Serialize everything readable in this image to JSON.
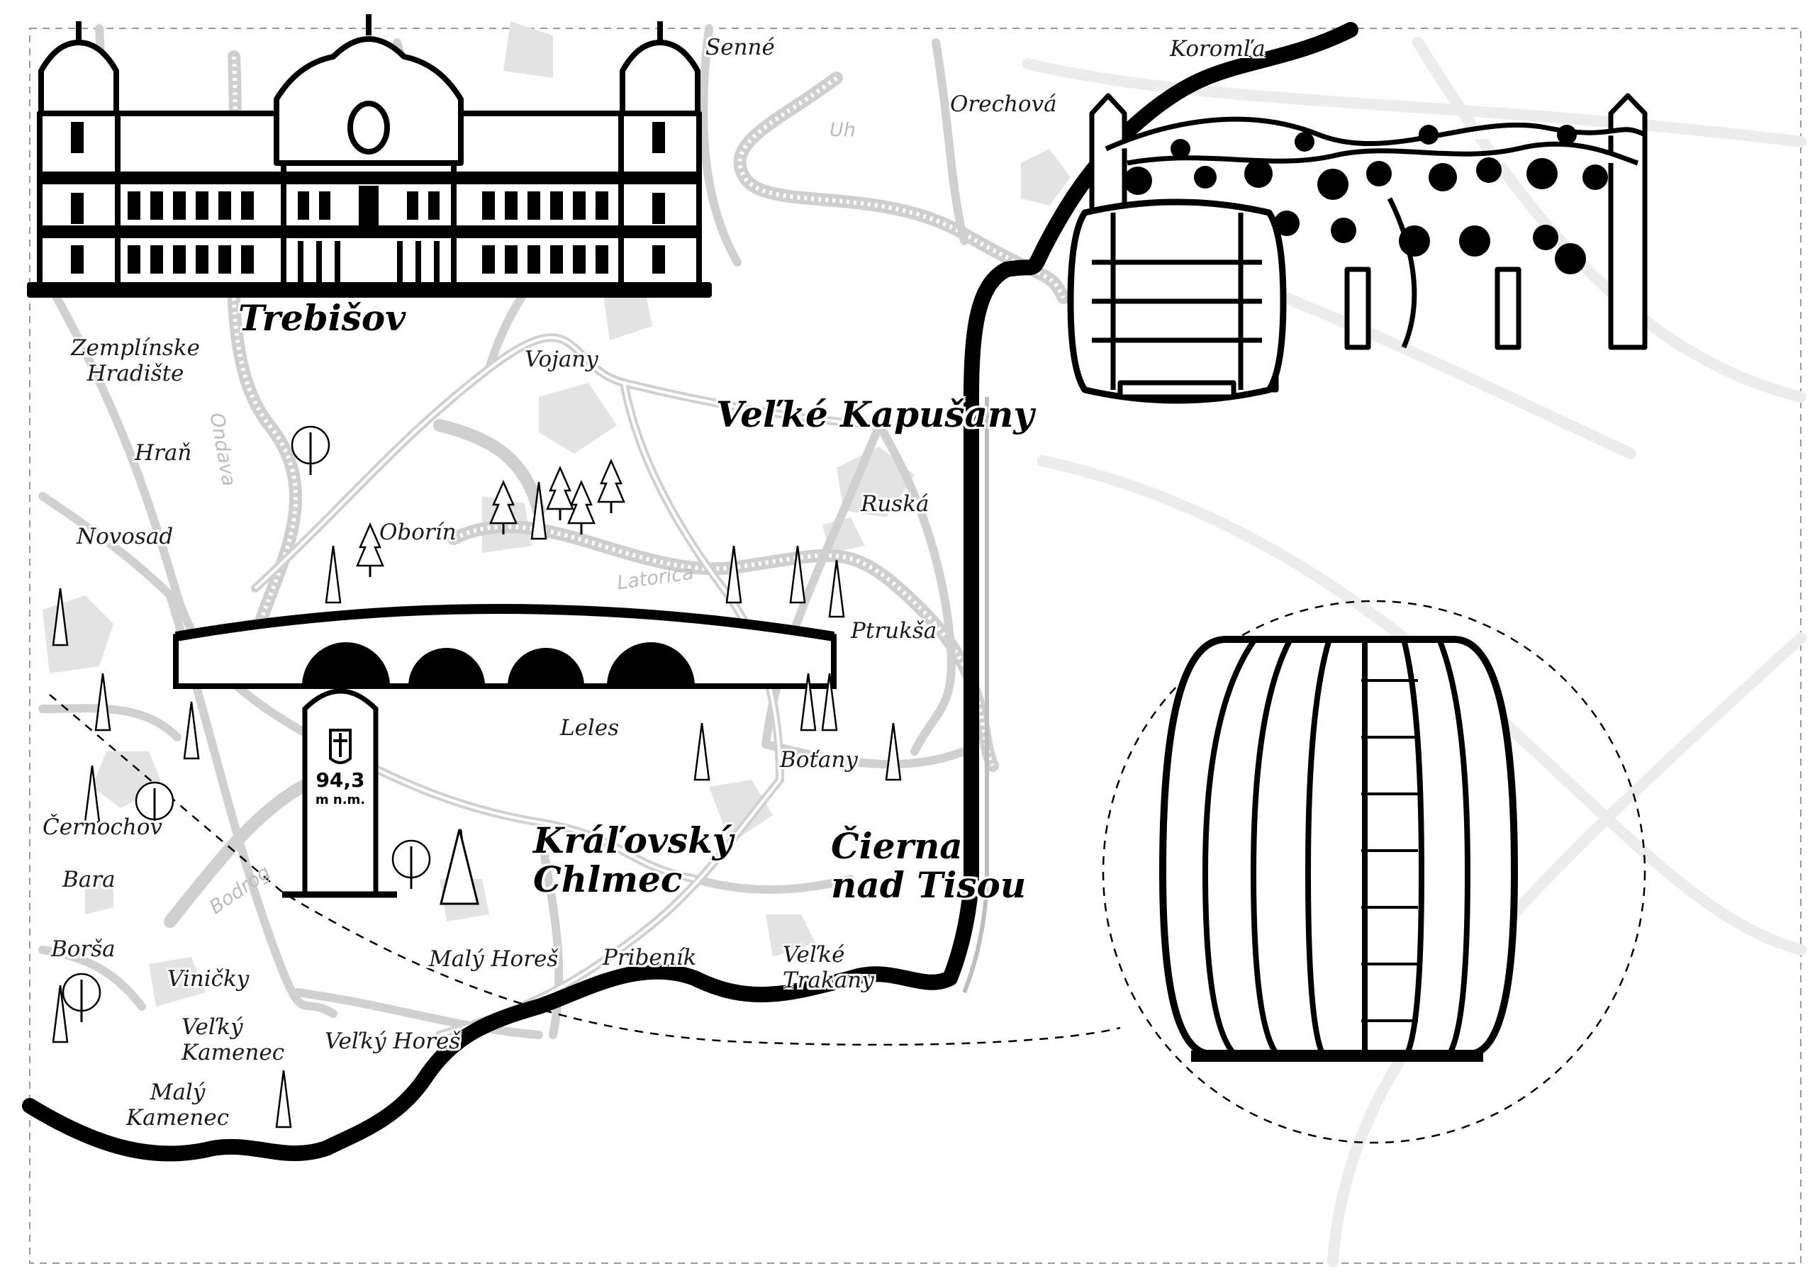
{
  "map": {
    "cities": {
      "trebisov": "Trebišov",
      "velke_kapusany": "Veľké Kapušany",
      "kralovsky_chlmec": "Kráľovský\nChlmec",
      "cierna_nad_tisou": "Čierna\nnad Tisou"
    },
    "villages": {
      "senne": "Senné",
      "koromla": "Koromľa",
      "orechova": "Orechová",
      "zemplinske_hradiste": "Zemplínske\nHradište",
      "vojany": "Vojany",
      "hran": "Hraň",
      "ruska": "Ruská",
      "novosad": "Novosad",
      "oborin": "Oborín",
      "ptruksa": "Ptrukša",
      "leles": "Leles",
      "botany": "Boťany",
      "cernochov": "Černochov",
      "bara": "Bara",
      "borsa": "Borša",
      "vinicky": "Viničky",
      "maly_hores": "Malý Horeš",
      "pribenik": "Pribeník",
      "velke_trakany": "Veľké\nTrakany",
      "velky_kamenec": "Veľký\nKamenec",
      "velky_hores": "Veľký Horeš",
      "maly_kamenec": "Malý\nKamenec"
    },
    "rivers": {
      "uh": "Uh",
      "ondava": "Ondava",
      "latorica": "Latorica",
      "bodrog": "Bodrog"
    },
    "elevation_marker": {
      "value": "94,3",
      "unit": "m n.m."
    }
  },
  "colors": {
    "ink": "#000000",
    "road_gray": "#d9d9d9",
    "settlement_gray": "#e6e6e6",
    "river_gray": "#cfcfcf",
    "page_border_dash": "#9a9a9a"
  },
  "icons": [
    "trebisov-castle-icon",
    "vineyard-barrel-icon",
    "lookout-tower-barrel-icon",
    "bridge-icon",
    "tree-icon",
    "elevation-pillar-icon"
  ]
}
